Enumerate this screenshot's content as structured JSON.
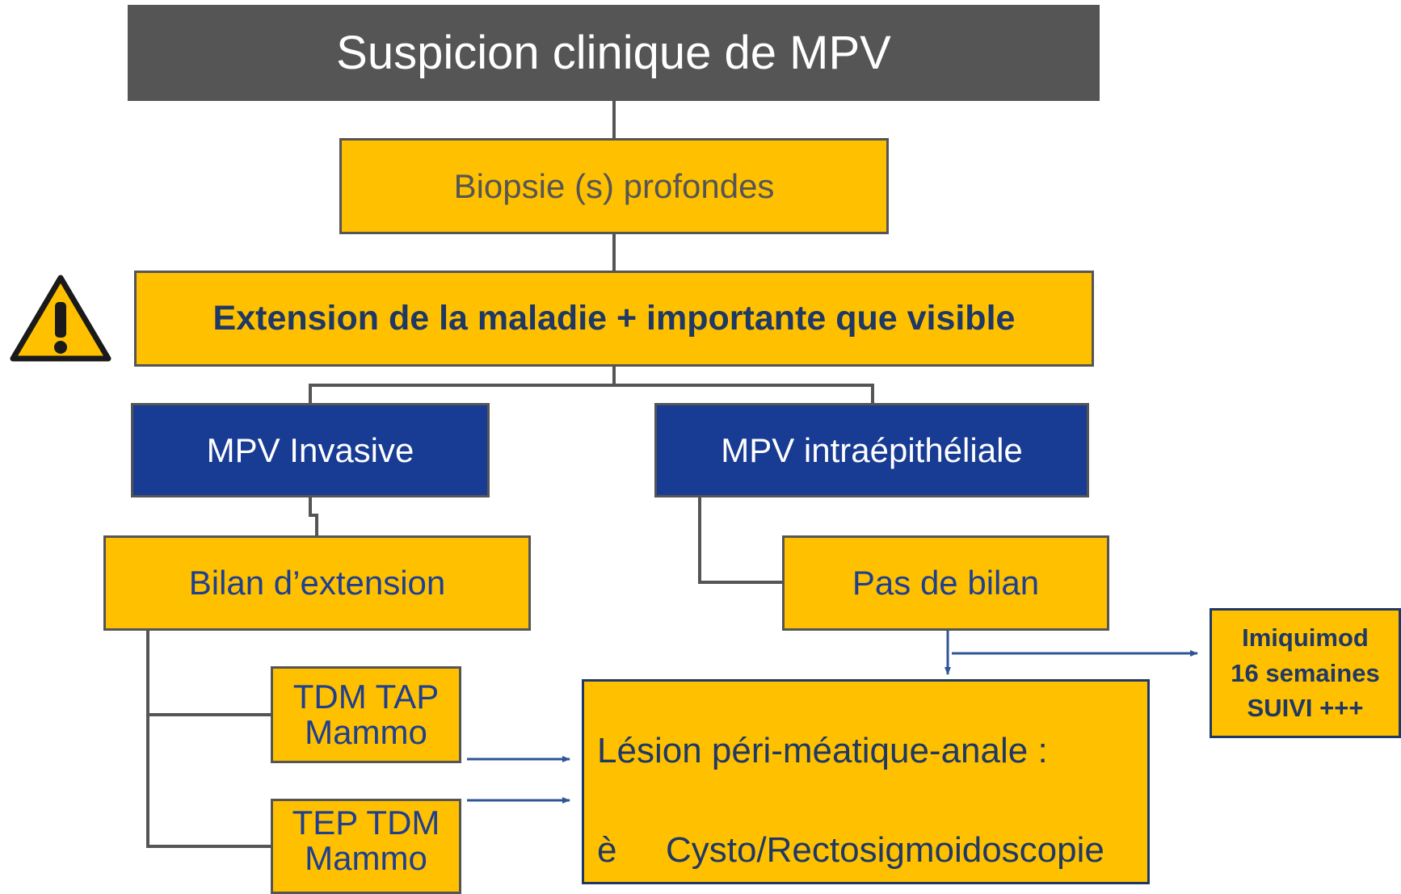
{
  "diagram": {
    "title": "Suspicion clinique de MPV",
    "biopsy": "Biopsie (s) profondes",
    "extension": "Extension de la maladie + importante que visible",
    "invasive": "MPV Invasive",
    "intraepithelial": "MPV intraépithéliale",
    "bilan": "Bilan d’extension",
    "pas_bilan": "Pas de bilan",
    "tdm_tap": {
      "line1": "TDM TAP",
      "line2": "Mammo"
    },
    "tep_tdm": {
      "line1": "TEP TDM",
      "line2": "Mammo"
    },
    "lesion": {
      "line1": "Lésion péri-méatique-anale :",
      "arrow_glyph": "è",
      "line2": "Cysto/Rectosigmoidoscopie"
    },
    "imiquimod": {
      "line1": "Imiquimod",
      "line2": "16 semaines",
      "line3": "SUIVI +++"
    }
  },
  "colors": {
    "title_bg": "#555555",
    "yellow": "#FFC000",
    "blue": "#183B93",
    "connector": "#555555",
    "arrow": "#2F5597"
  }
}
